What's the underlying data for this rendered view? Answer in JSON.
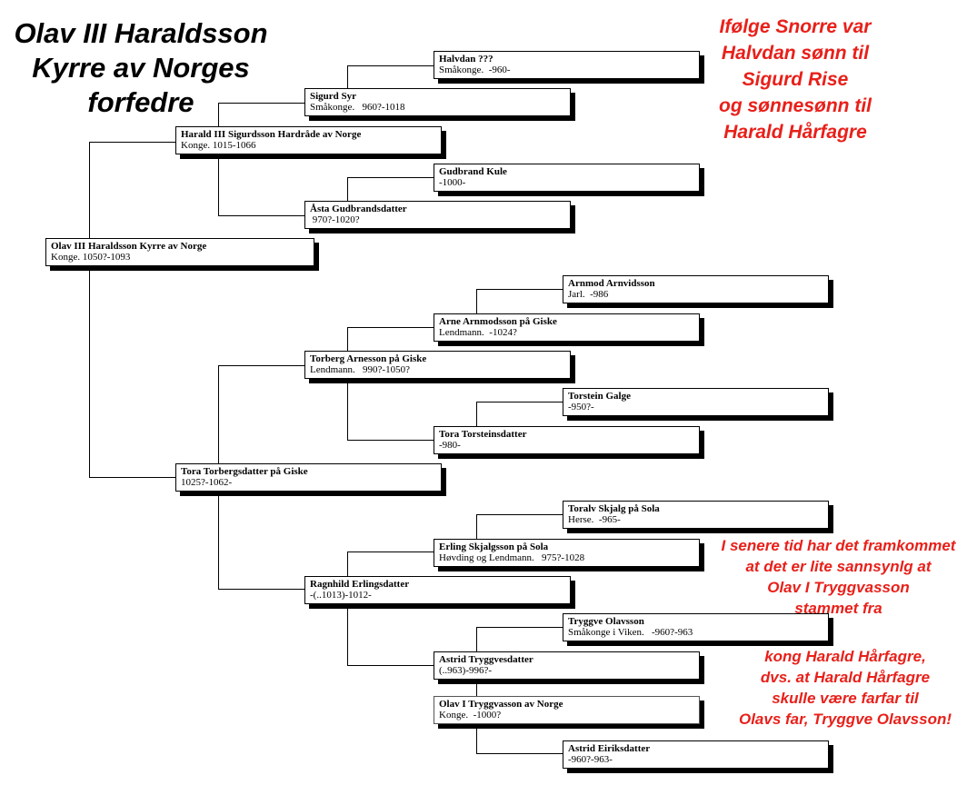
{
  "title_lines": [
    "Olav III Haraldsson",
    "Kyrre av Norges",
    "forfedre"
  ],
  "persons": [
    {
      "name": "Halvdan ???",
      "info": "Småkonge.  -960-"
    },
    {
      "name": "Sigurd  Syr",
      "info": "Småkonge.   960?-1018"
    },
    {
      "name": "Harald III Sigurdsson Hardråde av Norge",
      "info": "Konge. 1015-1066"
    },
    {
      "name": "Gudbrand  Kule",
      "info": "-1000-"
    },
    {
      "name": "Åsta  Gudbrandsdatter",
      "info": " 970?-1020?"
    },
    {
      "name": "Olav III Haraldsson Kyrre av Norge",
      "info": "Konge. 1050?-1093"
    },
    {
      "name": "Arnmod  Arnvidsson",
      "info": "Jarl.  -986"
    },
    {
      "name": "Arne Arnmodsson på Giske",
      "info": "Lendmann.  -1024?"
    },
    {
      "name": "Torberg Arnesson på Giske",
      "info": "Lendmann.   990?-1050?"
    },
    {
      "name": "Torstein  Galge",
      "info": "-950?-"
    },
    {
      "name": "Tora  Torsteinsdatter",
      "info": "-980-"
    },
    {
      "name": "Tora Torbergsdatter på Giske",
      "info": "1025?-1062-"
    },
    {
      "name": "Toralv Skjalg på Sola",
      "info": "Herse.  -965-"
    },
    {
      "name": "Erling Skjalgsson på Sola",
      "info": "Høvding og Lendmann.   975?-1028"
    },
    {
      "name": "Ragnhild  Erlingsdatter",
      "info": "-(..1013)-1012-"
    },
    {
      "name": "Tryggve  Olavsson",
      "info": "Småkonge i Viken.   -960?-963"
    },
    {
      "name": "Astrid  Tryggvesdatter",
      "info": "(..963)-996?-"
    },
    {
      "name": "Olav I Tryggvasson av Norge",
      "info": "Konge.  -1000?"
    },
    {
      "name": "Astrid  Eiriksdatter",
      "info": "-960?-963-"
    }
  ],
  "notes": {
    "snorre": [
      "Ifølge Snorre var",
      "Halvdan sønn til",
      "Sigurd Rise",
      "og sønnesønn til",
      "Harald Hårfagre"
    ],
    "later": [
      "I senere tid har det framkommet",
      "at det er lite sannsynlg at",
      "Olav I Tryggvasson",
      "stammet fra"
    ],
    "later2": [
      "kong Harald Hårfagre,",
      "dvs. at Harald Hårfagre",
      "skulle være farfar til",
      "Olavs far, Tryggve Olavsson!"
    ]
  },
  "colors": {
    "note": "#e8201a",
    "box_border": "#000000",
    "shadow": "#000000"
  }
}
